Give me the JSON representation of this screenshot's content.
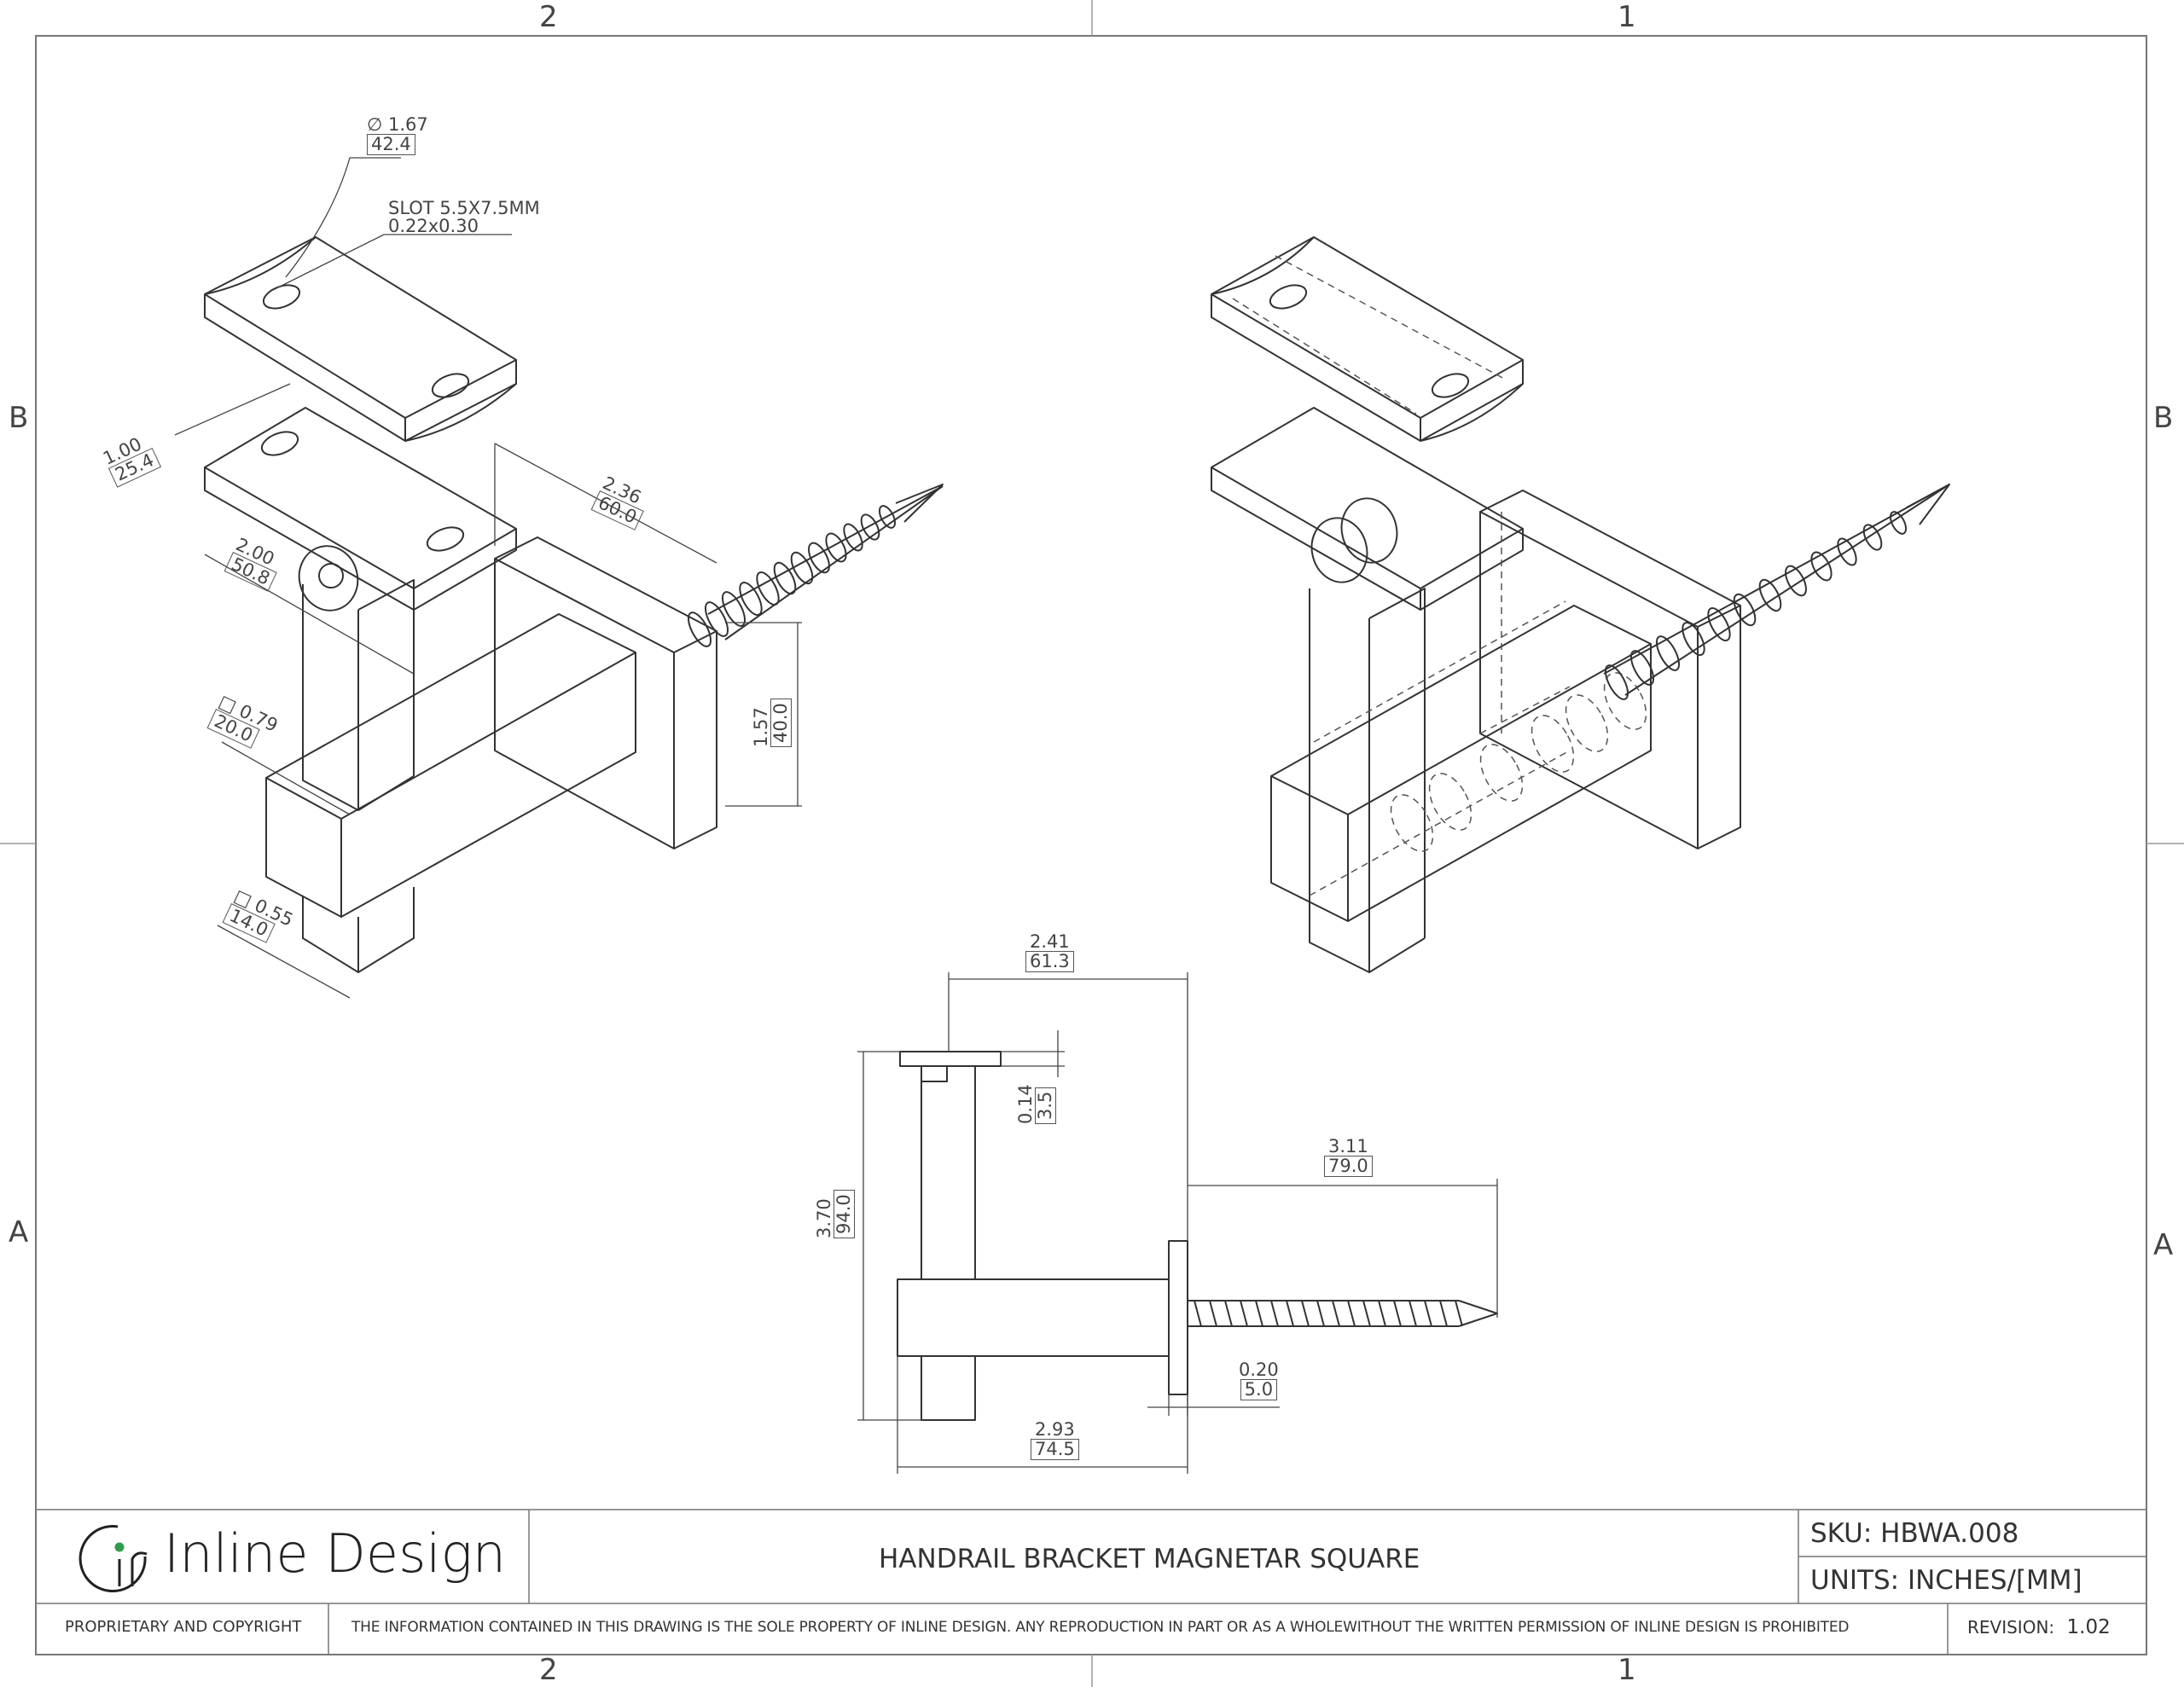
{
  "zones": {
    "top_left": "2",
    "top_right": "1",
    "bottom_left": "2",
    "bottom_right": "1",
    "left_upper": "B",
    "left_lower": "A",
    "right_upper": "B",
    "right_lower": "A"
  },
  "dimensions": {
    "diameter": {
      "symbol": "∅",
      "in": "1.67",
      "mm": "42.4"
    },
    "slot": {
      "label": "SLOT 5.5X7.5MM",
      "sub": "0.22x0.30"
    },
    "width_1": {
      "in": "1.00",
      "mm": "25.4"
    },
    "length_2": {
      "in": "2.00",
      "mm": "50.8"
    },
    "length_236": {
      "in": "2.36",
      "mm": "60.0"
    },
    "height_157": {
      "in": "1.57",
      "mm": "40.0"
    },
    "square_079": {
      "symbol": "□",
      "in": "0.79",
      "mm": "20.0"
    },
    "square_055": {
      "symbol": "□",
      "in": "0.55",
      "mm": "14.0"
    },
    "width_241": {
      "in": "2.41",
      "mm": "61.3"
    },
    "plate_014": {
      "in": "0.14",
      "mm": "3.5"
    },
    "height_370": {
      "in": "3.70",
      "mm": "94.0"
    },
    "screw_311": {
      "in": "3.11",
      "mm": "79.0"
    },
    "plate_020": {
      "in": "0.20",
      "mm": "5.0"
    },
    "base_293": {
      "in": "2.93",
      "mm": "74.5"
    }
  },
  "title_block": {
    "brand": "Inline Design",
    "logo_icon": "inline-design-logo",
    "accent_color": "#2e9c4e",
    "title": "HANDRAIL BRACKET MAGNETAR SQUARE",
    "sku_label": "SKU:",
    "sku_value": "HBWA.008",
    "units_label": "UNITS:",
    "units_value": "INCHES/[MM]",
    "copyright_label": "PROPRIETARY AND COPYRIGHT",
    "copyright_text": "THE INFORMATION CONTAINED IN THIS DRAWING IS THE SOLE PROPERTY OF INLINE DESIGN.  ANY REPRODUCTION IN PART OR AS A WHOLEWITHOUT THE WRITTEN PERMISSION OF INLINE DESIGN IS PROHIBITED",
    "revision_label": "REVISION:",
    "revision_value": "1.02"
  }
}
